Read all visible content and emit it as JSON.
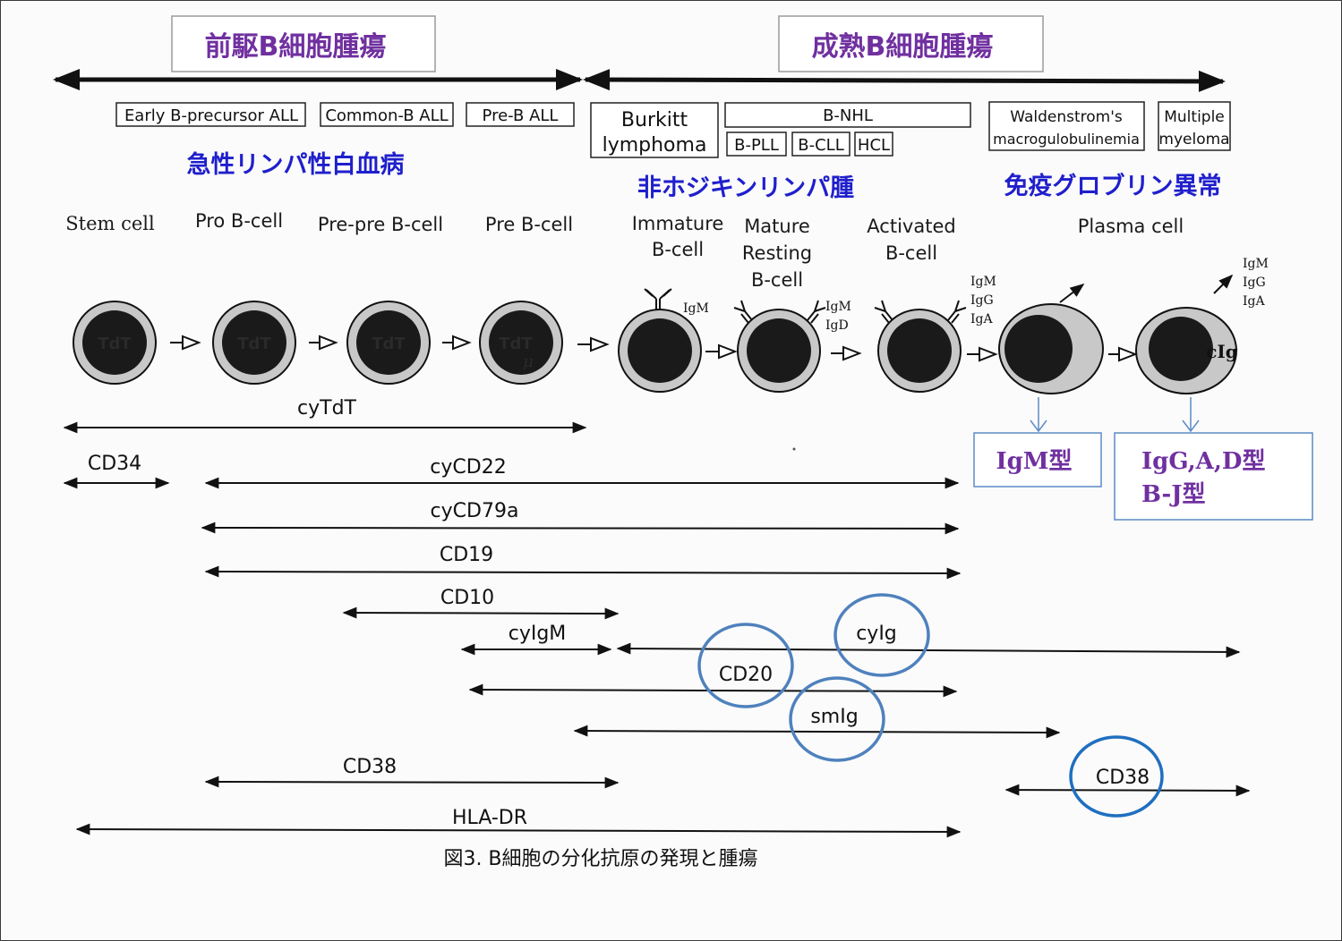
{
  "colors": {
    "purple": "#7030a0",
    "blue": "#1f1fcc",
    "circleBlue": "#4f81bd",
    "circleBlueDark": "#1f6fc0",
    "boxBlue": "#5b8bc5",
    "cellRing": "#c8c8c8",
    "nucleus": "#1a1a1a"
  },
  "headers": {
    "precursor": "前駆B細胞腫瘍",
    "mature": "成熟B細胞腫瘍"
  },
  "diseases": {
    "early_b": "Early B-precursor  ALL",
    "common_b": "Common-B ALL",
    "pre_b": "Pre-B ALL",
    "burkitt_1": "Burkitt",
    "burkitt_2": "lymphoma",
    "bnhl": "B-NHL",
    "bpll": "B-PLL",
    "bcll": "B-CLL",
    "hcl": "HCL",
    "waldenstrom_1": "Waldenstrom's",
    "waldenstrom_2": "macrogulobulinemia",
    "myeloma_1": "Multiple",
    "myeloma_2": "myeloma"
  },
  "categories": {
    "acute": "急性リンパ性白血病",
    "nonhodgkin": "非ホジキンリンパ腫",
    "immuno": "免疫グロブリン異常"
  },
  "stages": {
    "stem": "Stem cell",
    "pro": "Pro B-cell",
    "prepre": "Pre-pre B-cell",
    "pre": "Pre B-cell",
    "immature_1": "Immature",
    "immature_2": "B-cell",
    "mature_1": "Mature",
    "mature_2": "Resting",
    "mature_3": "B-cell",
    "activated_1": "Activated",
    "activated_2": "B-cell",
    "plasma": "Plasma cell"
  },
  "cell_labels": {
    "tdt": "TdT",
    "mu": "μ",
    "igm": "IgM",
    "igd": "IgD",
    "igg": "IgG",
    "iga": "IgA",
    "cig": "cIg"
  },
  "result_boxes": {
    "igm_type": "IgM型",
    "igg_type_1": "IgG,A,D型",
    "igg_type_2": "B-J型"
  },
  "markers": {
    "cytdt": "cyTdT",
    "cd34": "CD34",
    "cycd22": "cyCD22",
    "cycd79a": "cyCD79a",
    "cd19": "CD19",
    "cd10": "CD10",
    "cyigm": "cyIgM",
    "cyig": "cyIg",
    "cd20": "CD20",
    "smig": "smIg",
    "cd38_left": "CD38",
    "cd38_right": "CD38",
    "hladr": "HLA-DR"
  },
  "caption": "図3. B細胞の分化抗原の発現と腫瘍"
}
